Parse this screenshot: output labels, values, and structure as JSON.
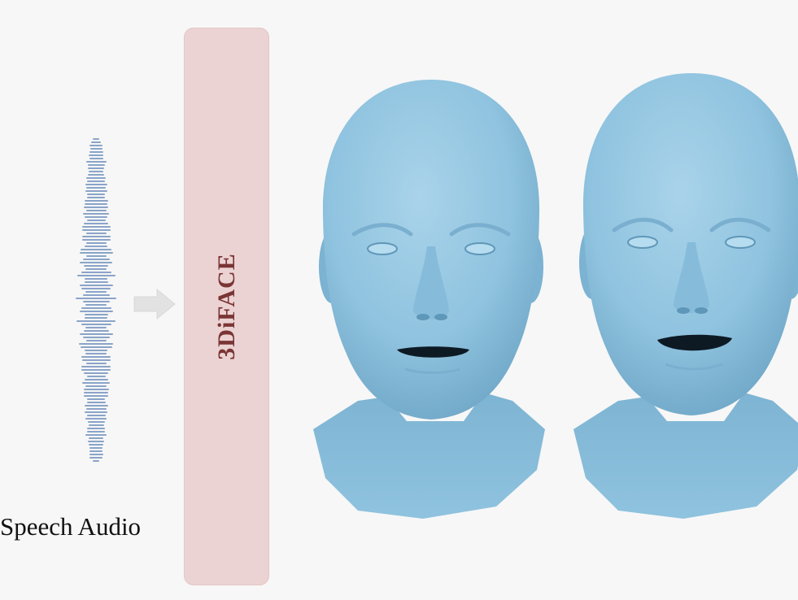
{
  "model": {
    "label": "3DiFACE"
  },
  "input": {
    "caption": "Speech Audio"
  },
  "colors": {
    "waveform": "#8aa4c8",
    "model_box": "#ecd3d3",
    "model_text": "#7a3535",
    "arrow": "#e2e2e2",
    "face": "#8fc3df"
  },
  "heads": [
    {
      "name": "output-face-1",
      "mouth": "open-small"
    },
    {
      "name": "output-face-2",
      "mouth": "open-wide"
    }
  ]
}
